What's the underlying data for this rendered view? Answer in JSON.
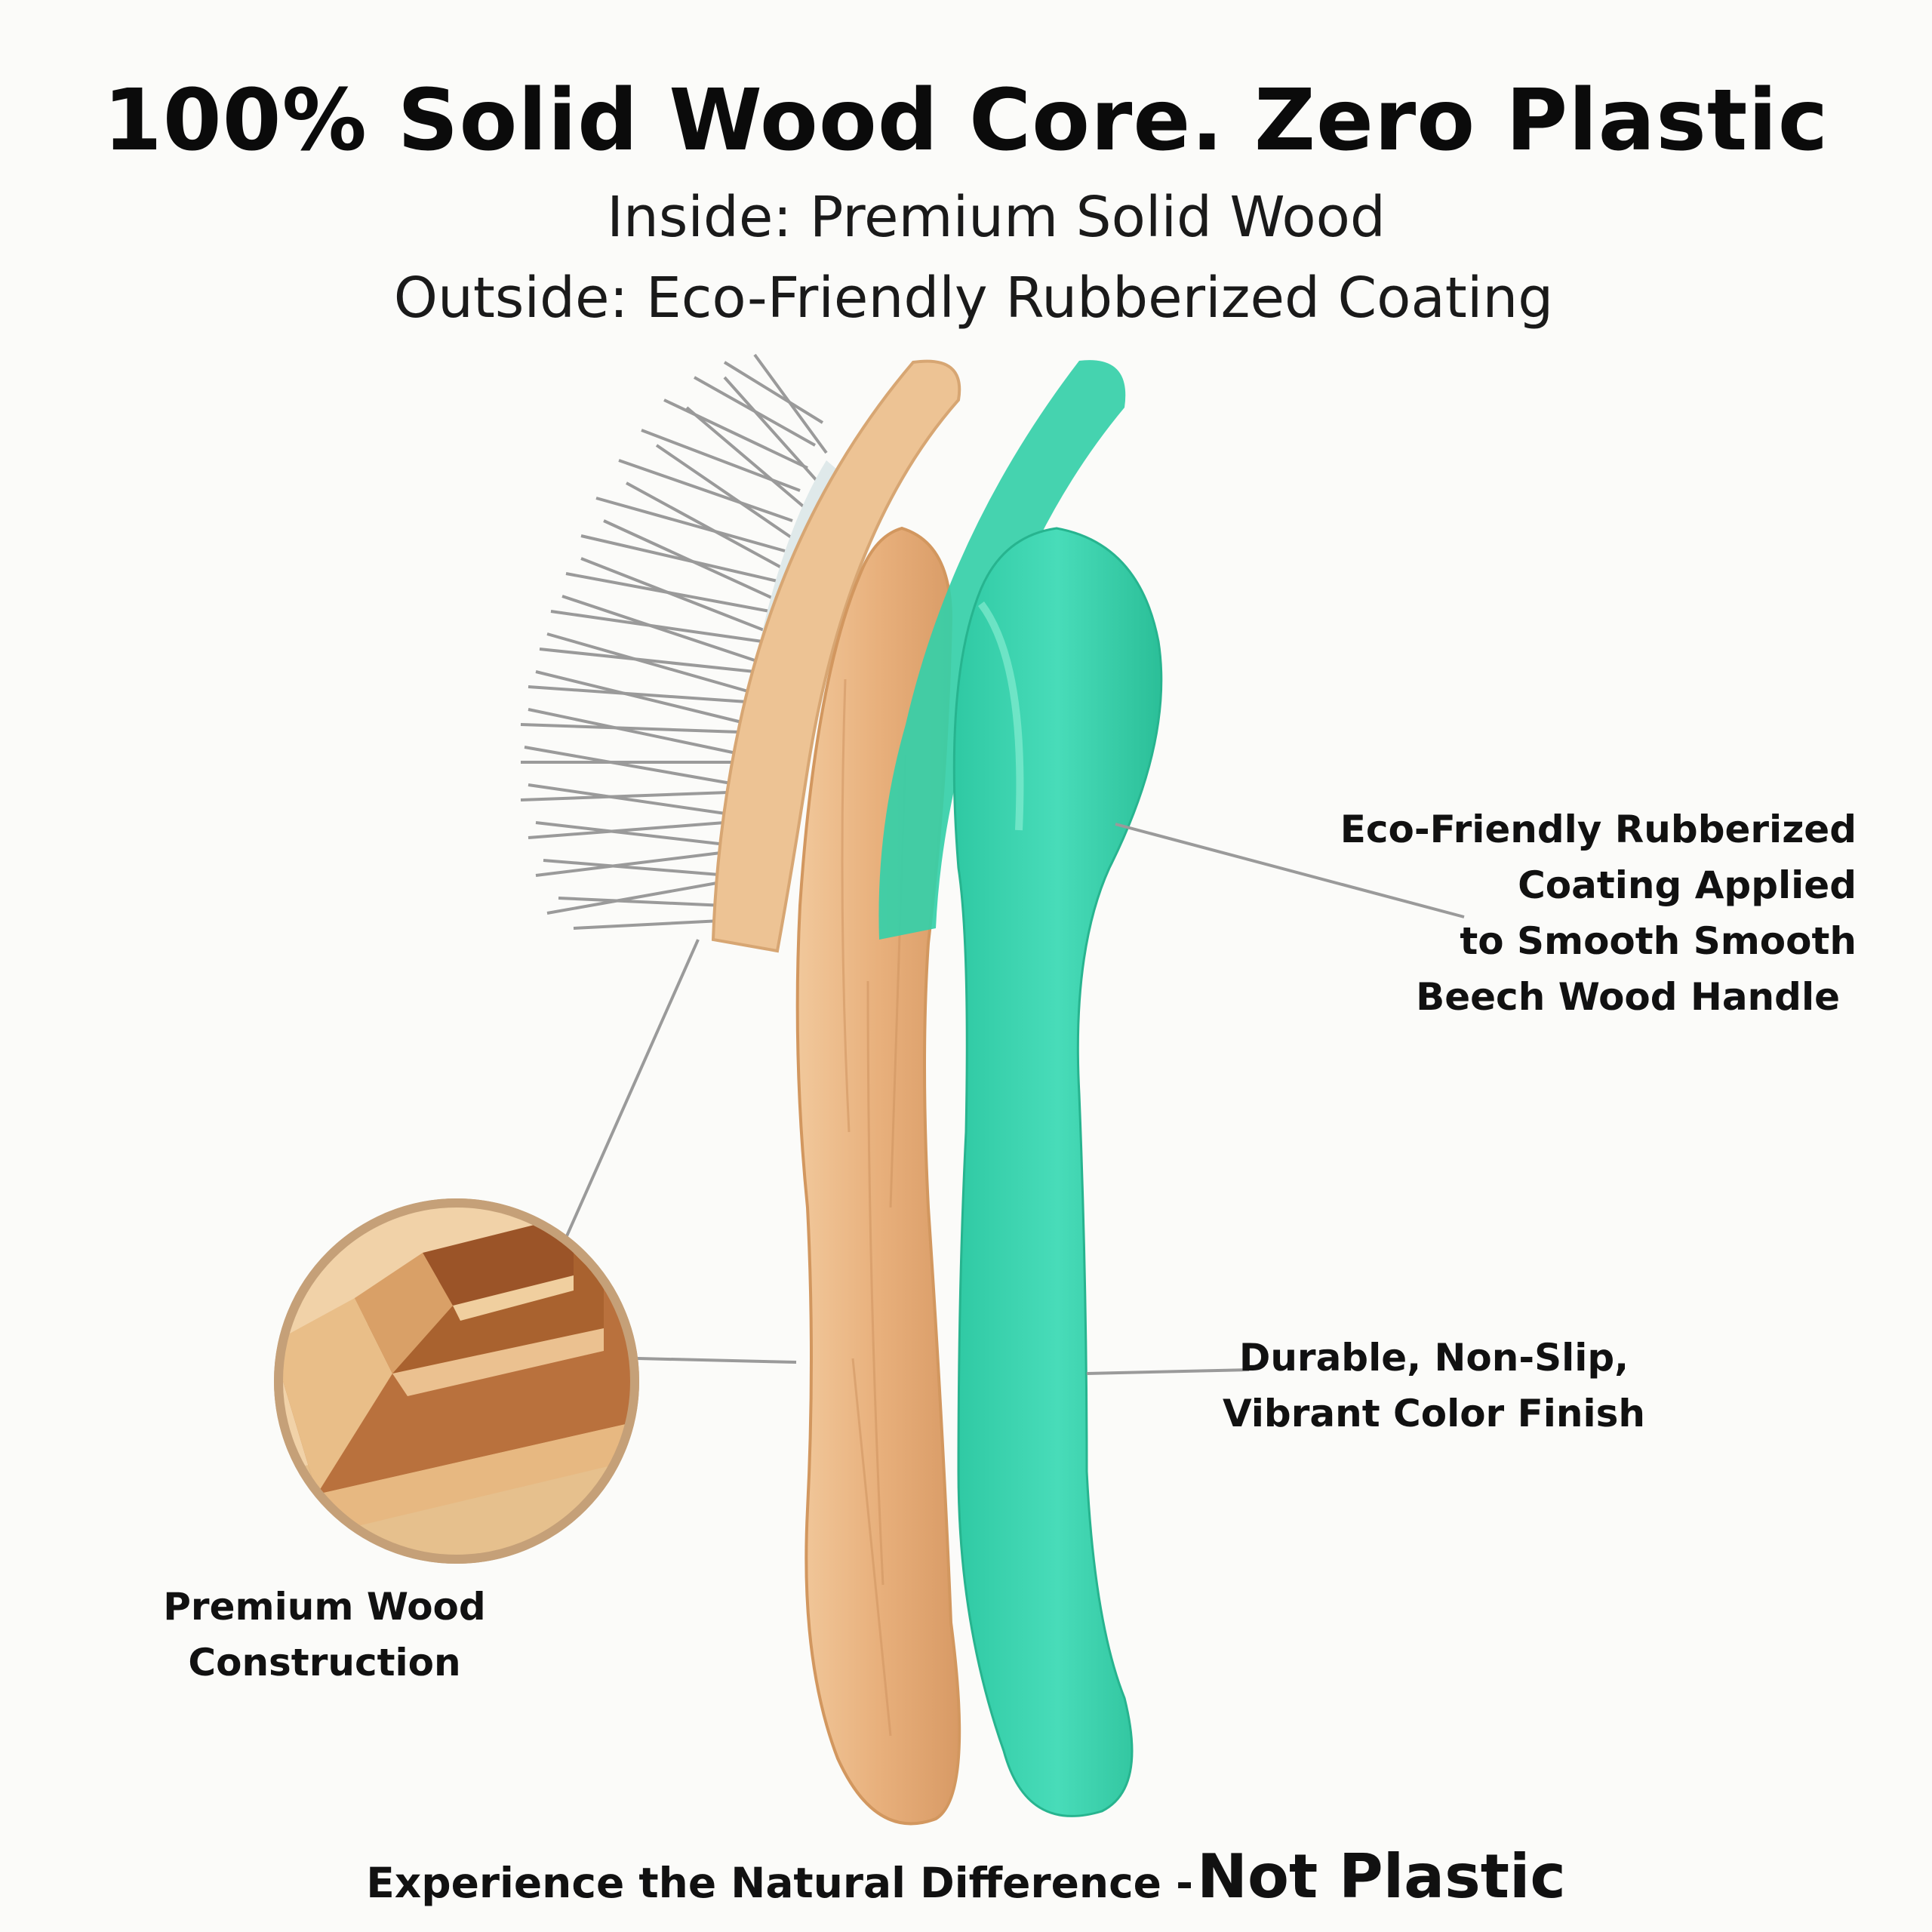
{
  "header": {
    "title": "100% Solid Wood Core. Zero Plastic",
    "subtitle_line1": "Inside: Premium Solid Wood",
    "subtitle_line2": "Outside: Eco-Friendly Rubberized Coating"
  },
  "callouts": {
    "coating": [
      "Eco-Friendly Rubberized",
      "Coating Applied",
      "to Smooth Smooth",
      "Beech Wood Handle"
    ],
    "finish": [
      "Durable, Non-Slip,",
      "Vibrant Color Finish"
    ],
    "construction": [
      "Premium Wood",
      "Construction"
    ]
  },
  "footer": {
    "lead": "Experience the Natural Difference -",
    "emphasis": "Not Plastic"
  },
  "colors": {
    "wood": "#e8b98a",
    "wood_dark": "#c98c5c",
    "coating": "#3fd8b4",
    "coating_dark": "#22b892",
    "bristles": "#9a9a9a",
    "leader_line": "#9a9a9a"
  }
}
